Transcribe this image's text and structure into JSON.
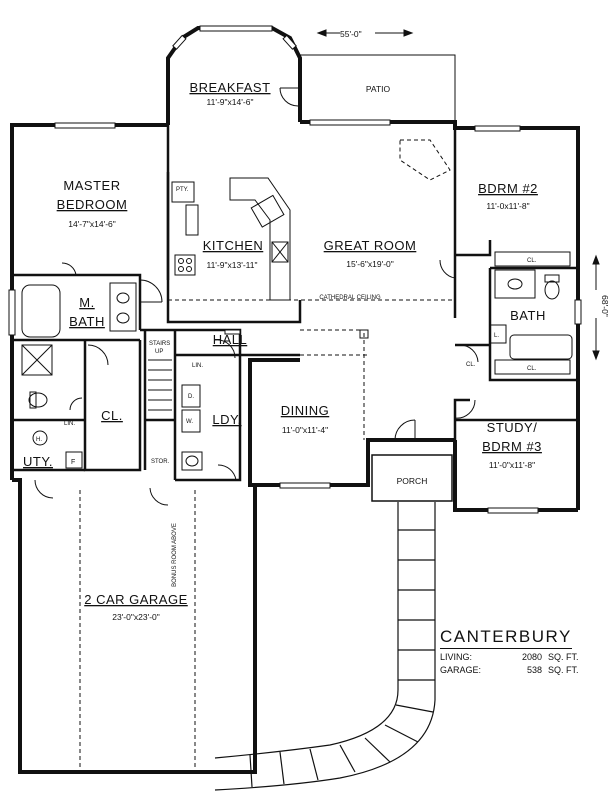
{
  "plan": {
    "name": "CANTERBURY",
    "overall_width": "55'-0\"",
    "overall_depth": "68'-0\"",
    "areas": [
      {
        "label": "LIVING:",
        "value": "2080",
        "unit": "SQ. FT."
      },
      {
        "label": "GARAGE:",
        "value": "538",
        "unit": "SQ. FT."
      }
    ]
  },
  "rooms": {
    "breakfast": {
      "name": "BREAKFAST",
      "size": "11'-9\"x14'-6\""
    },
    "patio": {
      "name": "PATIO"
    },
    "master": {
      "name1": "MASTER",
      "name2": "BEDROOM",
      "size": "14'-7\"x14'-6\""
    },
    "kitchen": {
      "name": "KITCHEN",
      "size": "11'-9\"x13'-11\""
    },
    "great_room": {
      "name": "GREAT ROOM",
      "size": "15'-6\"x19'-0\"",
      "note": "CATHEDRAL CEILING"
    },
    "bdrm2": {
      "name": "BDRM #2",
      "size": "11'-0x11'-8\""
    },
    "mbath": {
      "name1": "M.",
      "name2": "BATH"
    },
    "bath": {
      "name": "BATH"
    },
    "hall": {
      "name": "HALL"
    },
    "cl": {
      "name": "CL."
    },
    "dining": {
      "name": "DINING",
      "size": "11'-0\"x11'-4\""
    },
    "ldy": {
      "name": "LDY."
    },
    "uty": {
      "name": "UTY."
    },
    "study": {
      "name1": "STUDY/",
      "name2": "BDRM #3",
      "size": "11'-0\"x11'-8\""
    },
    "porch": {
      "name": "PORCH"
    },
    "garage": {
      "name": "2 CAR GARAGE",
      "size": "23'-0\"x23'-0\"",
      "note": "BONUS ROOM ABOVE"
    }
  },
  "fixtures": {
    "pantry": "PTY.",
    "stairs": "STAIRS",
    "stairs_dir": "UP",
    "linen": "LIN.",
    "dryer": "D.",
    "washer": "W.",
    "storage": "STOR.",
    "water_heater": "H.",
    "freezer": "F",
    "closet": "CL."
  }
}
